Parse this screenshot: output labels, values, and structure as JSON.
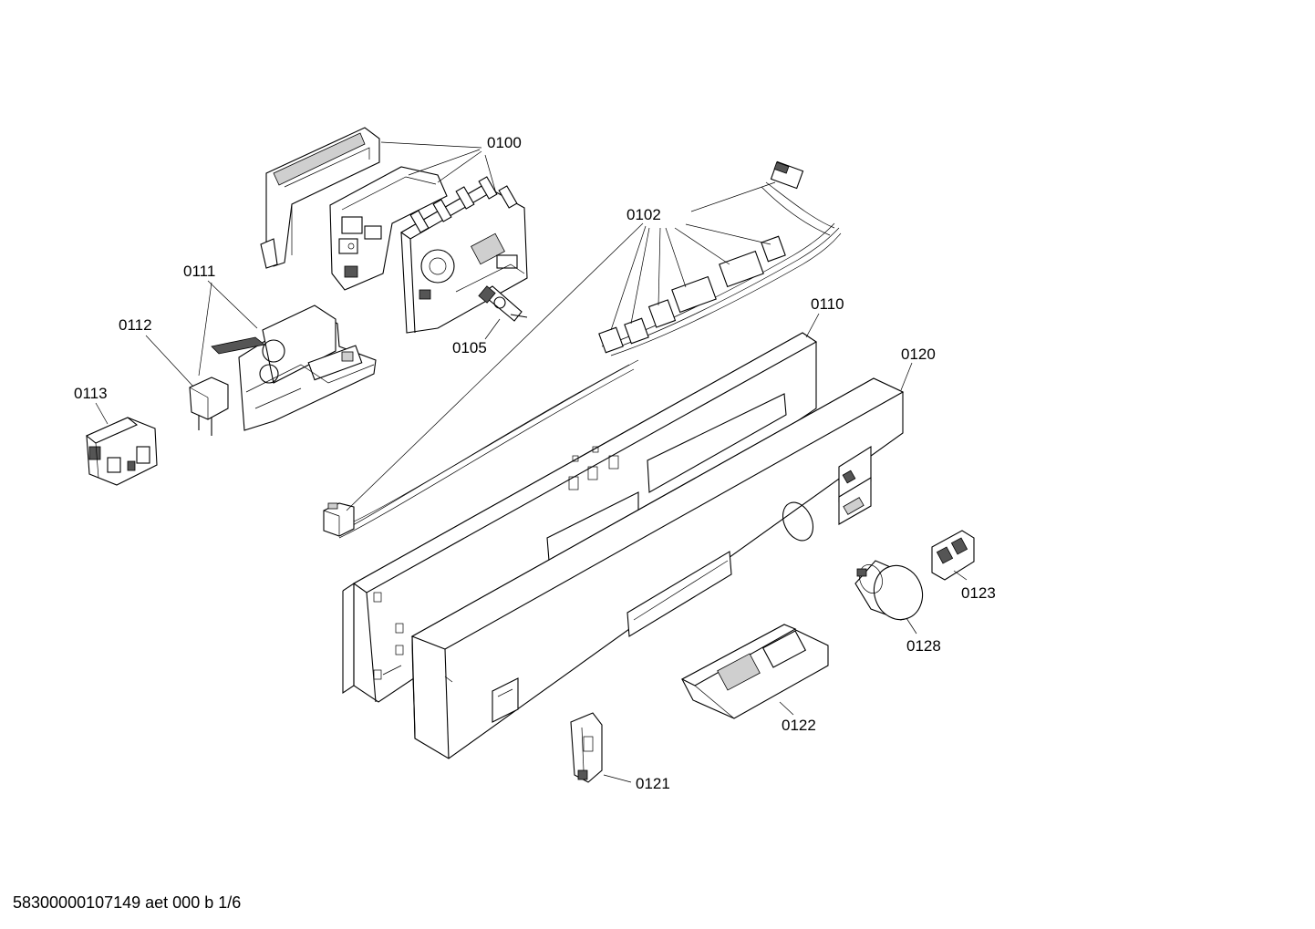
{
  "callouts": [
    {
      "id": "0100",
      "label": "0100"
    },
    {
      "id": "0102",
      "label": "0102"
    },
    {
      "id": "0105",
      "label": "0105"
    },
    {
      "id": "0110",
      "label": "0110"
    },
    {
      "id": "0111",
      "label": "0111"
    },
    {
      "id": "0112",
      "label": "0112"
    },
    {
      "id": "0113",
      "label": "0113"
    },
    {
      "id": "0120",
      "label": "0120"
    },
    {
      "id": "0121",
      "label": "0121"
    },
    {
      "id": "0122",
      "label": "0122"
    },
    {
      "id": "0123",
      "label": "0123"
    },
    {
      "id": "0128",
      "label": "0128"
    }
  ],
  "footer": {
    "text": "58300000107149 aet 000 b 1/6"
  }
}
